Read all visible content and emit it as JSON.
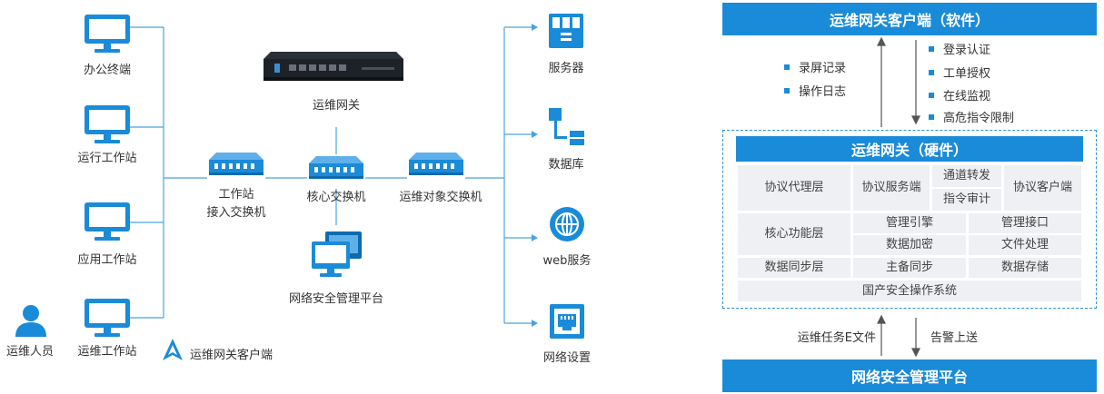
{
  "left_diagram": {
    "office_terminal": "办公终端",
    "ops_workstation_1": "运行工作站",
    "app_workstation": "应用工作站",
    "ops_workstation_2": "运维工作站",
    "ops_person": "运维人员",
    "client_legend": "运维网关客户端",
    "ops_gateway": "运维网关",
    "access_switch_line1": "工作站",
    "access_switch_line2": "接入交换机",
    "core_switch": "核心交换机",
    "target_switch": "运维对象交换机",
    "security_platform": "网络安全管理平台",
    "server": "服务器",
    "database": "数据库",
    "web_service": "web服务",
    "network_settings": "网络设置"
  },
  "right_diagram": {
    "client_bar": "运维网关客户端（软件）",
    "left_bullets": [
      "录屏记录",
      "操作日志"
    ],
    "right_bullets": [
      "登录认证",
      "工单授权",
      "在线监视",
      "高危指令限制"
    ],
    "gateway_title": "运维网关（硬件）",
    "row1": [
      "协议代理层",
      "协议服务端",
      "通道转发",
      "指令审计",
      "协议客户端"
    ],
    "row2": [
      "核心功能层",
      "管理引擎",
      "管理接口",
      "数据加密",
      "文件处理"
    ],
    "row3": [
      "数据同步层",
      "主备同步",
      "数据存储"
    ],
    "os_row": "国产安全操作系统",
    "left_flow": "运维任务E文件",
    "right_flow": "告警上送",
    "platform_bar": "网络安全管理平台"
  },
  "colors": {
    "accent": "#1a8bd8",
    "line": "#2f8fd5",
    "cell_bg": "#eef0f3"
  }
}
